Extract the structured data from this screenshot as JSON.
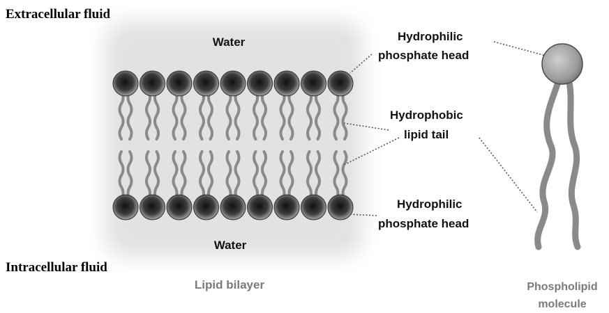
{
  "labels": {
    "extracellular": "Extracellular fluid",
    "intracellular": "Intracellular fluid",
    "water_top": "Water",
    "water_bottom": "Water",
    "head_top": [
      "Hydrophilic",
      "phosphate head"
    ],
    "tail": [
      "Hydrophobic",
      "lipid tail"
    ],
    "head_bottom": [
      "Hydrophilic",
      "phosphate head"
    ],
    "bilayer_caption": "Lipid bilayer",
    "molecule_caption": [
      "Phospholipid",
      "molecule"
    ]
  },
  "bilayer": {
    "heads_per_layer": 9
  },
  "colors": {
    "head_dark": "#2f2f2f",
    "head_light": "#bdbdbd",
    "tail": "#8a8a8a",
    "water": "#e2e2e2",
    "label_gray": "#7a7a7a",
    "leader": "#555555"
  }
}
